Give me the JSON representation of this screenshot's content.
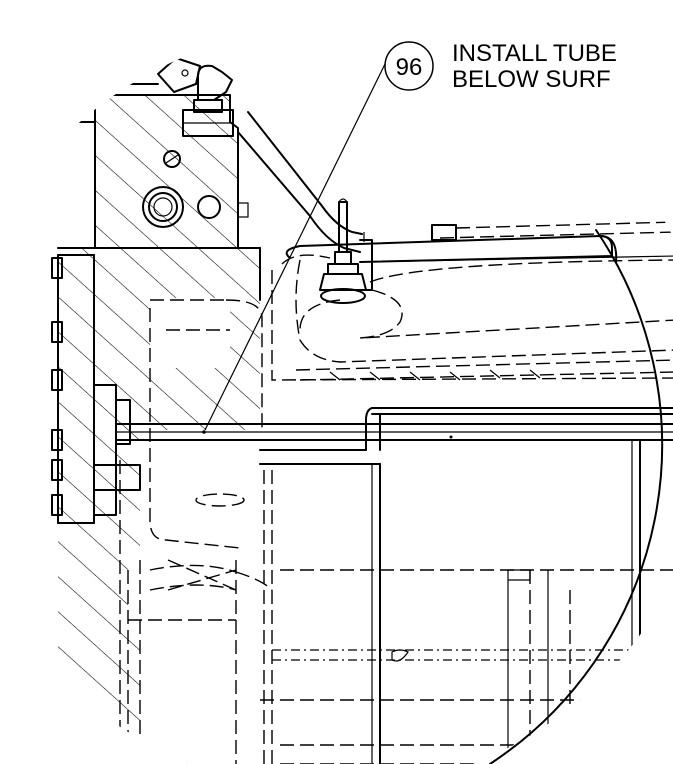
{
  "callout": {
    "balloon_number": "96",
    "note_line_1": "INSTALL TUBE",
    "note_line_2": "BELOW SURF"
  }
}
